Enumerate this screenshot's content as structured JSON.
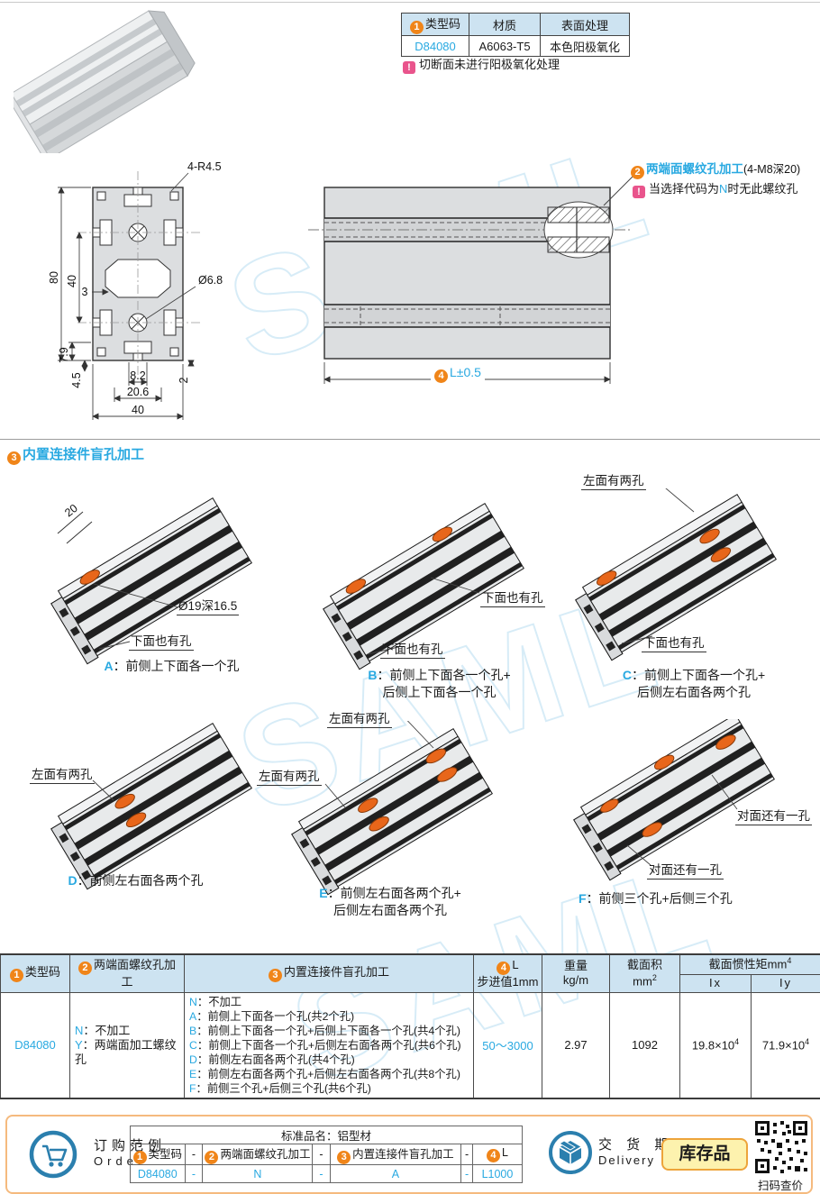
{
  "watermark": "SAML",
  "product_table": {
    "h_code": "类型码",
    "h_code_num": "1",
    "h_material": "材质",
    "h_finish": "表面处理",
    "code": "D84080",
    "material": "A6063-T5",
    "finish": "本色阳极氧化",
    "note": "切断面未进行阳极氧化处理",
    "warn_glyph": "!"
  },
  "cross_section": {
    "corner_label": "4-R4.5",
    "dia_label": "Ø6.8",
    "dims": {
      "height": "80",
      "cell": "40",
      "wall": "3",
      "d79": "7.9",
      "d45": "4.5",
      "d82": "8.2",
      "d2": "2",
      "d206": "20.6",
      "width": "40"
    }
  },
  "side_view": {
    "thread_num": "2",
    "thread_label": "两端面螺纹孔加工",
    "thread_spec": "(4-M8深20)",
    "note_prefix": "当选择代码为",
    "note_code": "N",
    "note_suffix": "时无此螺纹孔",
    "len_num": "4",
    "len_label": "L±0.5"
  },
  "blind_section": {
    "num": "3",
    "title": "内置连接件盲孔加工",
    "variants": [
      {
        "key": "A",
        "cap1": "：前侧上下面各一个孔",
        "cap2": "",
        "dim": "20",
        "hole": "Ø19深16.5",
        "label1": "下面也有孔"
      },
      {
        "key": "B",
        "cap1": "：前侧上下面各一个孔+",
        "cap2": "后侧上下面各一个孔",
        "label1": "下面也有孔",
        "label2": "下面也有孔"
      },
      {
        "key": "C",
        "cap1": "：前侧上下面各一个孔+",
        "cap2": "后侧左右面各两个孔",
        "label1": "左面有两孔",
        "label2": "下面也有孔"
      },
      {
        "key": "D",
        "cap1": "：前侧左右面各两个孔",
        "cap2": "",
        "label1": "左面有两孔"
      },
      {
        "key": "E",
        "cap1": "：前侧左右面各两个孔+",
        "cap2": "后侧左右面各两个孔",
        "label1": "左面有两孔",
        "label2": "左面有两孔"
      },
      {
        "key": "F",
        "cap1": "：前侧三个孔+后侧三个孔",
        "cap2": "",
        "label1": "对面还有一孔",
        "label2": "对面还有一孔"
      }
    ]
  },
  "spec_table": {
    "headers": {
      "code_num": "1",
      "code": "类型码",
      "thread_num": "2",
      "thread": "两端面螺纹孔加工",
      "blind_num": "3",
      "blind": "内置连接件盲孔加工",
      "len_num": "4",
      "len": "L",
      "len_sub": "步进值1mm",
      "weight": "重量",
      "weight_sub": "kg/m",
      "area": "截面积",
      "area_sub": "mm",
      "area_sup": "2",
      "inertia": "截面惯性矩mm",
      "inertia_sup": "4",
      "ix": "Ix",
      "iy": "Iy"
    },
    "row": {
      "code": "D84080",
      "thread_options": [
        {
          "c": "N",
          "t": "：不加工"
        },
        {
          "c": "Y",
          "t": "：两端面加工螺纹孔"
        }
      ],
      "blind_options": [
        {
          "c": "N",
          "t": "：不加工"
        },
        {
          "c": "A",
          "t": "：前侧上下面各一个孔(共2个孔)"
        },
        {
          "c": "B",
          "t": "：前侧上下面各一个孔+后侧上下面各一个孔(共4个孔)"
        },
        {
          "c": "C",
          "t": "：前侧上下面各一个孔+后侧左右面各两个孔(共6个孔)"
        },
        {
          "c": "D",
          "t": "：前侧左右面各两个孔(共4个孔)"
        },
        {
          "c": "E",
          "t": "：前侧左右面各两个孔+后侧左右面各两个孔(共8个孔)"
        },
        {
          "c": "F",
          "t": "：前侧三个孔+后侧三个孔(共6个孔)"
        }
      ],
      "length_range": "50～3000",
      "weight": "2.97",
      "area": "1092",
      "ix_v": "19.8×10",
      "ix_sup": "4",
      "iy_v": "71.9×10",
      "iy_sup": "4"
    }
  },
  "order_section": {
    "title_cn": "订购范例",
    "title_en": "Order",
    "product_name": "标准品名：铝型材",
    "h1_num": "1",
    "h1": "类型码",
    "h2": "-",
    "h3_num": "2",
    "h3": "两端面螺纹孔加工",
    "h4": "-",
    "h5_num": "3",
    "h5": "内置连接件盲孔加工",
    "h6": "-",
    "h7_num": "4",
    "h7": "L",
    "v1": "D84080",
    "v2": "-",
    "v3": "N",
    "v4": "-",
    "v5": "A",
    "v6": "-",
    "v7": "L1000",
    "delivery_cn": "交 货 期",
    "delivery_en": "Delivery",
    "stock_badge": "库存品",
    "qr_caption": "扫码查价"
  }
}
